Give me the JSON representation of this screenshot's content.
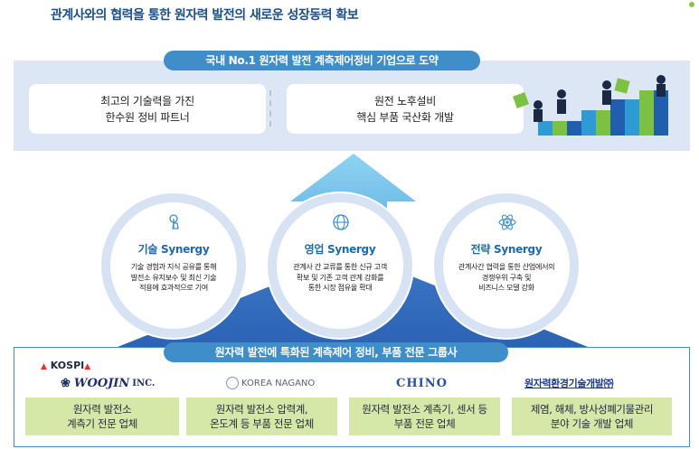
{
  "title": "관계사와의 협력을 통한 원자력 발전의 새로운 성장동력 확보",
  "top": {
    "pill": "국내 No.1 원자력 발전 계측제어정비 기업으로 도약",
    "box_a": "최고의 기술력을 가진\n한수원 정비 파트너",
    "box_b": "원전 노후설비\n핵심 부품 국산화 개발"
  },
  "synergies": [
    {
      "title": "기술 Synergy",
      "icon": "touch-icon",
      "desc": "기술 경험과 지식 공유를 통해\n발전소 유지보수 및 최신 기술\n적용에 효과적으로 기여"
    },
    {
      "title": "영업 Synergy",
      "icon": "globe-icon",
      "desc": "관계사 간 교류를 통한 신규 고객\n확보 및 기존 고객 관계 강화를\n통한 시장 점유율 확대"
    },
    {
      "title": "전략 Synergy",
      "icon": "atom-icon",
      "desc": "관계사간 협력을 통한 산업에서의\n경쟁우위 구축 및\n비즈니스 모델 강화"
    }
  ],
  "bottom": {
    "pill": "원자력 발전에 특화된 계측제어 정비, 부품 전문 그룹사",
    "kospi": "KOSPI",
    "logos": {
      "woojin": "WOOJIN",
      "woojin_inc": "INC.",
      "nagano": "KOREA NAGANO",
      "chino": "CHINO",
      "env": "원자력환경기술개발㈜"
    },
    "cards": [
      "원자력 발전소\n계측기 전문 업체",
      "원자력 발전소 압력계,\n온도계 등 부품 전문 업체",
      "원자력 발전소 계측기, 센서 등\n부품 전문 업체",
      "제염, 해체, 방사성폐기물관리\n분야 기술 개발 업체"
    ]
  },
  "colors": {
    "accent_blue": "#3f8ec9",
    "title_blue": "#1b4f8a",
    "panel_bg": "#dde6f4",
    "card_green": "#d6e8a8",
    "kospi_red": "#e4312b"
  }
}
